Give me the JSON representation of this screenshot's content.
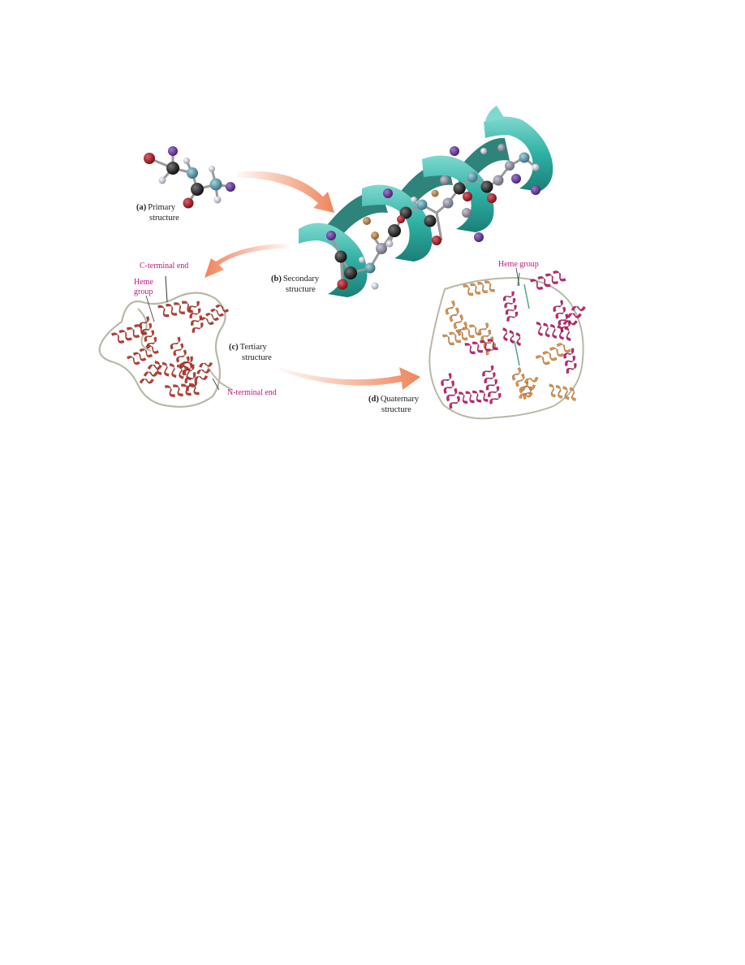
{
  "figure": {
    "panels": [
      {
        "id": "a",
        "tag": "(a)",
        "lines": [
          "Primary",
          "structure"
        ]
      },
      {
        "id": "b",
        "tag": "(b)",
        "lines": [
          "Secondary",
          "structure"
        ]
      },
      {
        "id": "c",
        "tag": "(c)",
        "lines": [
          "Tertiary",
          "structure"
        ]
      },
      {
        "id": "d",
        "tag": "(d)",
        "lines": [
          "Quaternary",
          "structure"
        ]
      }
    ],
    "annotations": {
      "c_terminal": "C-terminal end",
      "heme_left": [
        "Heme",
        "group"
      ],
      "n_terminal": "N-terminal end",
      "heme_right": "Heme group"
    },
    "colors": {
      "accent_text": "#c0157e",
      "arrow": "#f0845a",
      "helix": "#3bb7ad",
      "tertiary": "#c43a2c",
      "quaternary_pink": "#cc1f73",
      "quaternary_orange": "#e9913f",
      "atom_black": "#1a1a1a",
      "atom_red": "#a0202a",
      "atom_purple": "#6a3d99",
      "atom_teal": "#4f8fa0",
      "atom_white": "#e8e8f0"
    }
  }
}
